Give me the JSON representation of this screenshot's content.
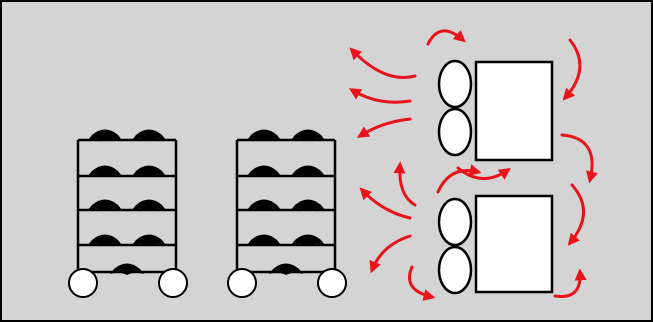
{
  "figure": {
    "frame": {
      "background": "#d4d4d4",
      "border": "#000000"
    },
    "colors": {
      "rack": "#000000",
      "item": "#000000",
      "wheel": "#ffffff",
      "fan": "#ffffff",
      "unit": "#ffffff",
      "outline": "#000000",
      "airflow": "#e8141c"
    },
    "racks": [
      {
        "name": "rack-left",
        "shelves": 5,
        "items_per_shelf": 2,
        "bottom_items": 1,
        "wheels": 2
      },
      {
        "name": "rack-right",
        "shelves": 5,
        "items_per_shelf": 2,
        "bottom_items": 1,
        "wheels": 2
      }
    ],
    "cooling_units": [
      {
        "name": "cooling-unit-top",
        "fans": 2,
        "airflow_arrows": 7
      },
      {
        "name": "cooling-unit-bottom",
        "fans": 2,
        "airflow_arrows": 8
      }
    ],
    "icons": {
      "arrow": "curved-arrow-icon",
      "fan": "fan-icon",
      "wheel": "wheel-icon",
      "item": "item-icon"
    }
  }
}
